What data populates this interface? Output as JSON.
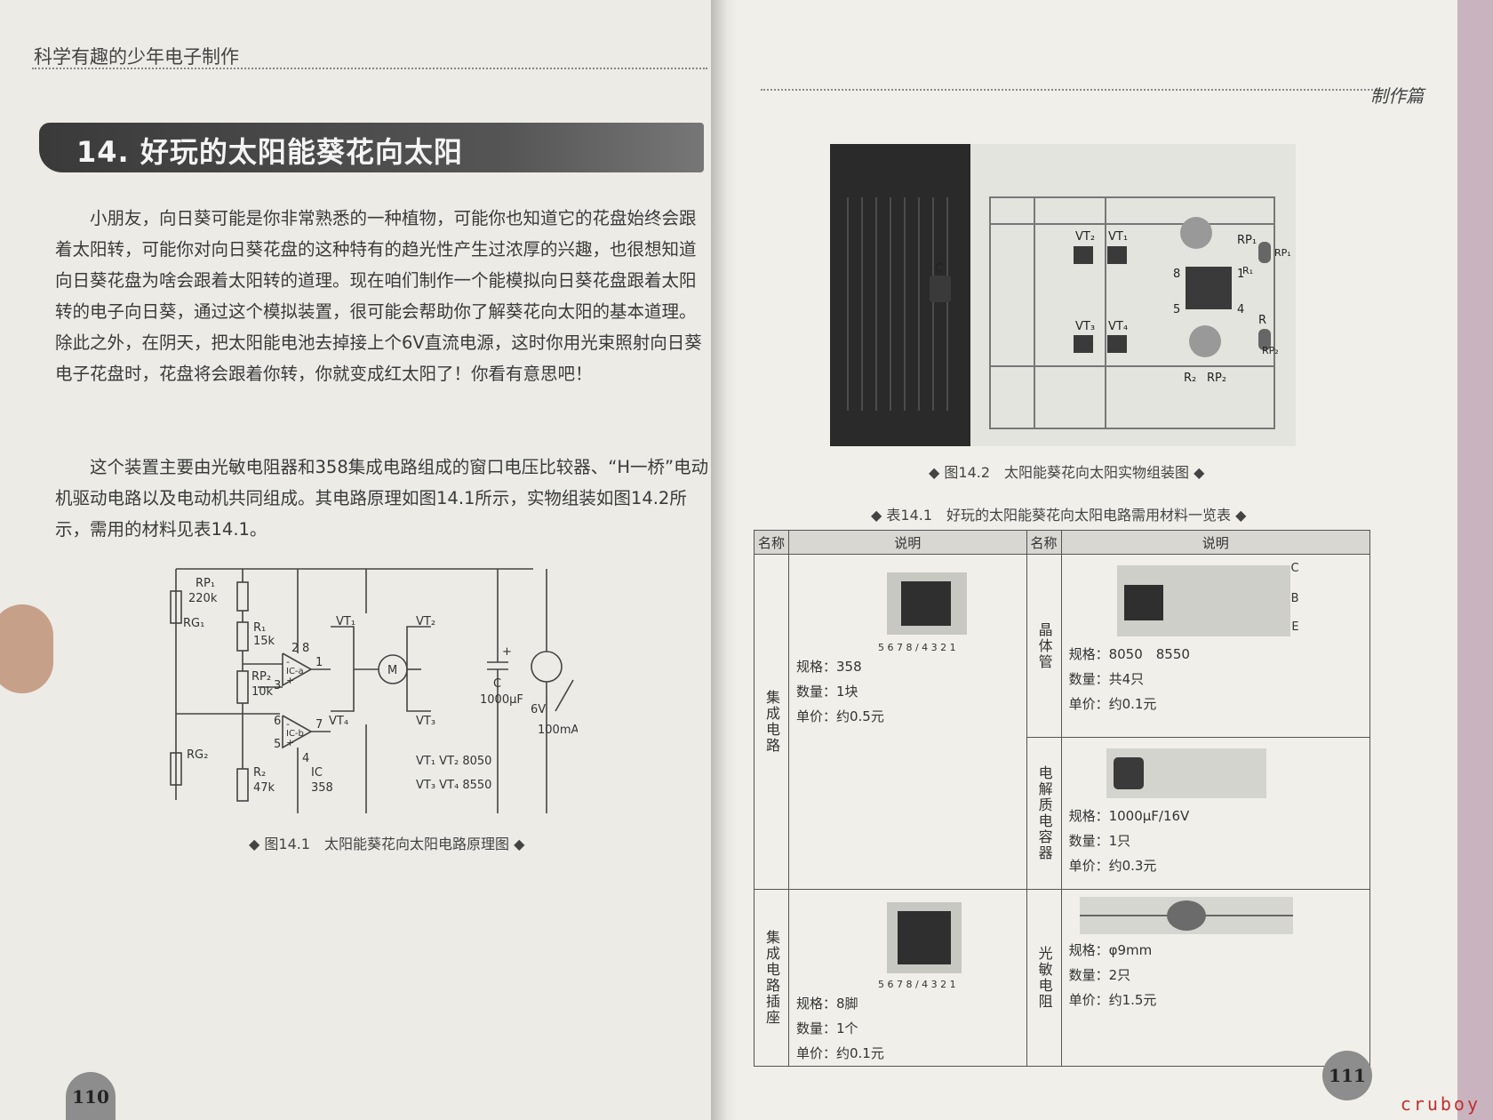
{
  "left_page": {
    "running_head": "科学有趣的少年电子制作",
    "chapter_title": "14. 好玩的太阳能葵花向太阳",
    "paragraph1": "小朋友，向日葵可能是你非常熟悉的一种植物，可能你也知道它的花盘始终会跟着太阳转，可能你对向日葵花盘的这种特有的趋光性产生过浓厚的兴趣，也很想知道向日葵花盘为啥会跟着太阳转的道理。现在咱们制作一个能模拟向日葵花盘跟着太阳转的电子向日葵，通过这个模拟装置，很可能会帮助你了解葵花向太阳的基本道理。除此之外，在阴天，把太阳能电池去掉接上个6V直流电源，这时你用光束照射向日葵电子花盘时，花盘将会跟着你转，你就变成红太阳了！你看有意思吧！",
    "paragraph2": "这个装置主要由光敏电阻器和358集成电路组成的窗口电压比较器、“H一桥”电动机驱动电路以及电动机共同组成。其电路原理如图14.1所示，实物组装如图14.2所示，需用的材料见表14.1。",
    "figure_caption": "◆ 图14.1　太阳能葵花向太阳电路原理图 ◆",
    "page_number": "110",
    "schematic_labels": {
      "rp1": "RP₁",
      "rp1_val": "220k",
      "r1": "R₁",
      "r1_val": "15k",
      "rg1": "RG₁",
      "rg2": "RG₂",
      "rp2": "RP₂",
      "rp2_val": "10k",
      "r2": "R₂",
      "r2_val": "47k",
      "ica": "IC-a",
      "icb": "IC-b",
      "ic": "IC",
      "ic_val": "358",
      "vt1": "VT₁",
      "vt2": "VT₂",
      "vt3": "VT₃",
      "vt4": "VT₄",
      "motor": "M",
      "cap": "C",
      "cap_val": "1000μF",
      "src_v": "6V",
      "src_i": "100mA",
      "note1": "VT₁  VT₂  8050",
      "note2": "VT₃  VT₄  8550",
      "pin2": "2",
      "pin3": "3",
      "pin1": "1",
      "pin8": "8",
      "pin6": "6",
      "pin5": "5",
      "pin7": "7",
      "pin4": "4",
      "plus": "+",
      "minus": "-"
    }
  },
  "right_page": {
    "running_head": "制作篇",
    "photo_caption": "◆ 图14.2　太阳能葵花向太阳实物组装图 ◆",
    "photo_labels": [
      "VT₂",
      "VT₁",
      "VT₃",
      "VT₄",
      "C",
      "RP₁",
      "RP₁",
      "R₁",
      "8",
      "1",
      "5",
      "4",
      "R",
      "RP₂",
      "R₂",
      "RP₂"
    ],
    "table_caption": "◆ 表14.1　好玩的太阳能葵花向太阳电路需用材料一览表 ◆",
    "table_headers": {
      "name": "名称",
      "desc": "说明"
    },
    "items": [
      {
        "name": "集成电路",
        "spec": "规格：358",
        "qty": "数量：1块",
        "price": "单价：约0.5元",
        "pins": "5 6 7 8 / 4 3 2 1"
      },
      {
        "name": "集成电路插座",
        "spec": "规格：8脚",
        "qty": "数量：1个",
        "price": "单价：约0.1元",
        "pins": "5 6 7 8 / 4 3 2 1"
      },
      {
        "name": "晶体管",
        "spec": "规格：8050　8550",
        "qty": "数量：共4只",
        "price": "单价：约0.1元",
        "legs": [
          "C",
          "B",
          "E"
        ]
      },
      {
        "name": "电解质电容器",
        "spec": "规格：1000μF/16V",
        "qty": "数量：1只",
        "price": "单价：约0.3元"
      },
      {
        "name": "光敏电阻",
        "spec": "规格：φ9mm",
        "qty": "数量：2只",
        "price": "单价：约1.5元"
      }
    ],
    "page_number": "111"
  },
  "watermark": "cruboy"
}
